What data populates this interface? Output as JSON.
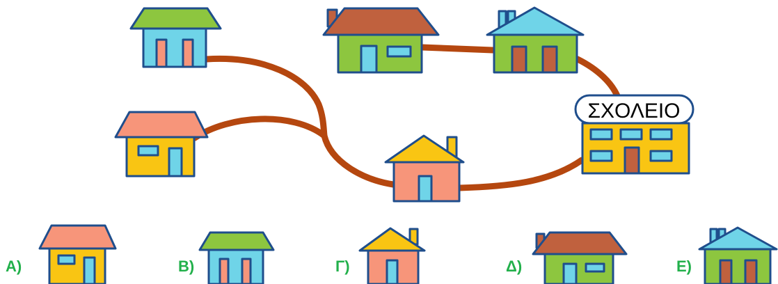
{
  "school": {
    "label": "ΣΧΟΛΕΙΟ"
  },
  "options": [
    {
      "letter": "A)"
    },
    {
      "letter": "B)"
    },
    {
      "letter": "Γ)"
    },
    {
      "letter": "Δ)"
    },
    {
      "letter": "E)"
    }
  ],
  "colors": {
    "road": "#b5470f",
    "outline": "#1f4e8c",
    "label_green": "#22b04b",
    "window_blue": "#6fd4e8",
    "door_brown": "#b85c3a",
    "wall_green": "#8dc63f",
    "wall_yellow": "#f9c513",
    "wall_salmon": "#f7957a",
    "roof_brown": "#c0613e",
    "roof_lime": "#8dc63f"
  }
}
